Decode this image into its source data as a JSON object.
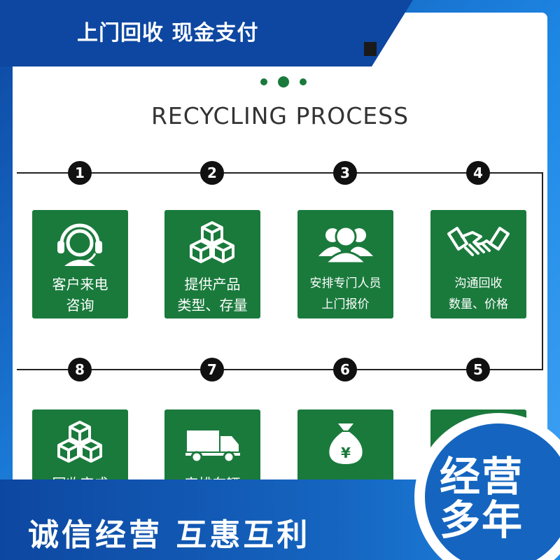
{
  "header": {
    "title": "上门回收 现金支付"
  },
  "section": {
    "heading": "RECYCLING PROCESS"
  },
  "steps": [
    {
      "number": "1",
      "line1": "客户来电",
      "line2": "咨询",
      "icon": "headset-icon"
    },
    {
      "number": "2",
      "line1": "提供产品",
      "line2": "类型、存量",
      "icon": "boxes-icon"
    },
    {
      "number": "3",
      "line1": "安排专门人员",
      "line2": "上门报价",
      "icon": "people-icon"
    },
    {
      "number": "4",
      "line1": "沟通回收",
      "line2": "数量、价格",
      "icon": "handshake-icon"
    },
    {
      "number": "5",
      "line1": "",
      "line2": "",
      "icon": "partial-icon"
    },
    {
      "number": "6",
      "line1": "",
      "line2": "",
      "icon": "money-bag-icon"
    },
    {
      "number": "7",
      "line1": "安排车辆",
      "line2": "",
      "icon": "truck-icon"
    },
    {
      "number": "8",
      "line1": "回收完成",
      "line2": "",
      "icon": "boxes-icon"
    }
  ],
  "footer": {
    "slogan": "诚信经营  互惠互利"
  },
  "badge": {
    "line1": "经营",
    "line2": "多年"
  },
  "colors": {
    "green": "#1a7a3c",
    "blue": "#1565c0",
    "dark": "#111111"
  }
}
